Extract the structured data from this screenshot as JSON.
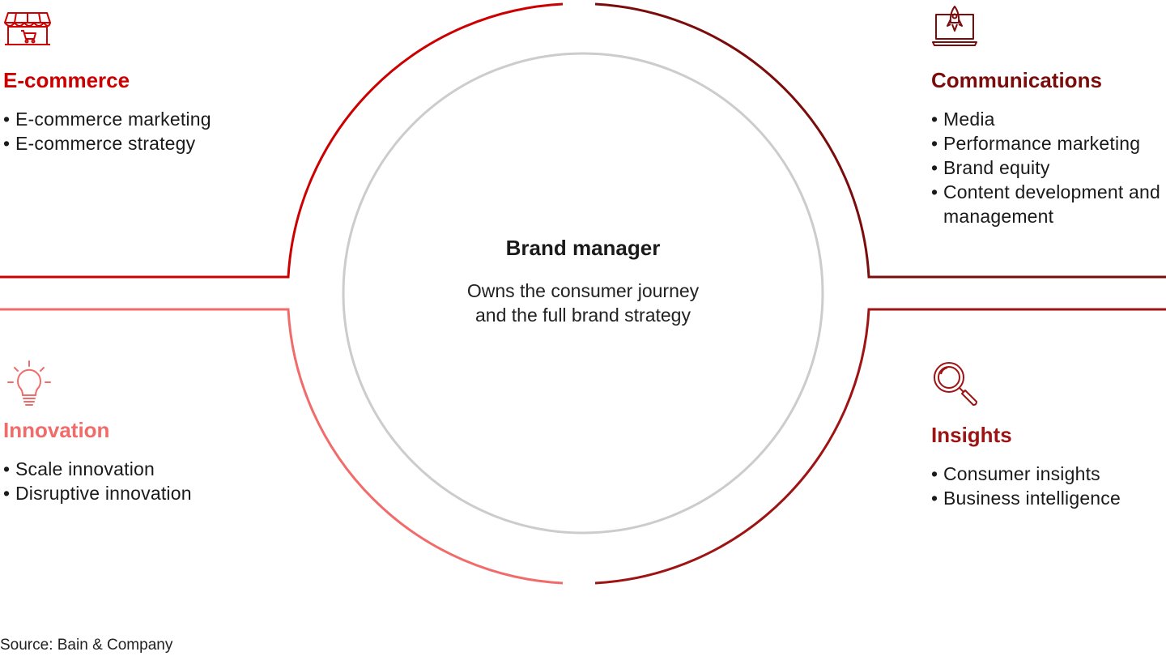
{
  "colors": {
    "ecommerce": "#cc0000",
    "communications": "#7a0c0c",
    "innovation": "#f26b6b",
    "insights": "#9e1414",
    "inner_ring": "#cccccc"
  },
  "center": {
    "title": "Brand manager",
    "description": "Owns the consumer journey and the full brand strategy"
  },
  "quadrants": {
    "ecommerce": {
      "icon": "storefront-cart-icon",
      "title": "E-commerce",
      "items": [
        "E-commerce marketing",
        "E-commerce strategy"
      ]
    },
    "communications": {
      "icon": "laptop-rocket-icon",
      "title": "Communications",
      "items": [
        "Media",
        "Performance marketing",
        "Brand equity",
        "Content development and management"
      ]
    },
    "innovation": {
      "icon": "lightbulb-icon",
      "title": "Innovation",
      "items": [
        "Scale innovation",
        "Disruptive innovation"
      ]
    },
    "insights": {
      "icon": "magnifying-glass-icon",
      "title": "Insights",
      "items": [
        "Consumer insights",
        "Business intelligence"
      ]
    }
  },
  "source": "Source: Bain & Company"
}
